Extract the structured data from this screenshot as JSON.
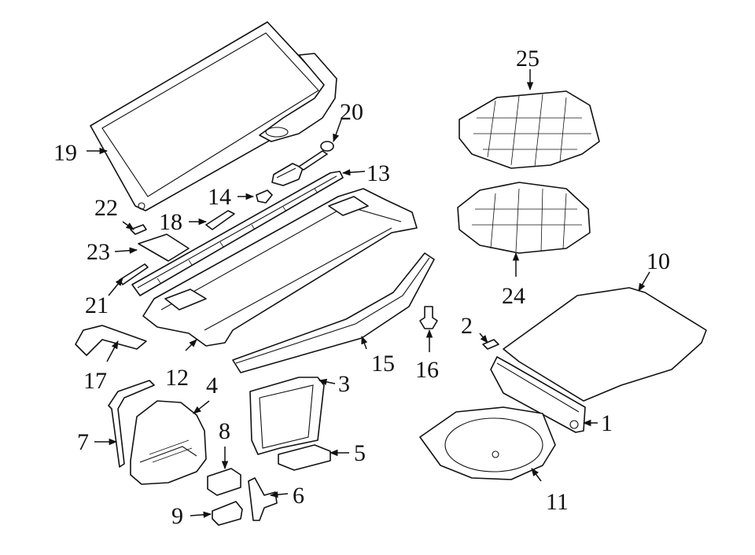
{
  "highlight_color": "#a8d8ea",
  "line_color": "#111111",
  "background": "#ffffff",
  "callouts": {
    "c1": "1",
    "c2": "2",
    "c3": "3",
    "c4": "4",
    "c5": "5",
    "c6": "6",
    "c7": "7",
    "c8": "8",
    "c9": "9",
    "c10": "10",
    "c11": "11",
    "c12": "12",
    "c13": "13",
    "c14": "14",
    "c15": "15",
    "c16": "16",
    "c17": "17",
    "c18": "18",
    "c19": "19",
    "c20": "20",
    "c21": "21",
    "c22": "22",
    "c23": "23",
    "c24": "24",
    "c25": "25"
  }
}
